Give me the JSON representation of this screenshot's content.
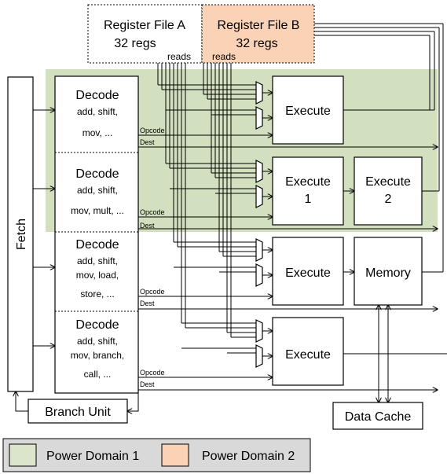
{
  "register_files": [
    {
      "title": "Register File A",
      "subtitle": "32 regs",
      "reads_label": "reads",
      "domain_color": "#ffffff"
    },
    {
      "title": "Register File B",
      "subtitle": "32 regs",
      "reads_label": "reads",
      "domain_color": "#fad2b6"
    }
  ],
  "fetch_label": "Fetch",
  "branch_unit_label": "Branch Unit",
  "data_cache_label": "Data Cache",
  "decoders": [
    {
      "title": "Decode",
      "line1": "add, shift,",
      "line2": "mov, ...",
      "line3": ""
    },
    {
      "title": "Decode",
      "line1": "add, shift,",
      "line2": "mov, mult, ...",
      "line3": ""
    },
    {
      "title": "Decode",
      "line1": "add, shift,",
      "line2": "mov, load,",
      "line3": "store, ..."
    },
    {
      "title": "Decode",
      "line1": "add, shift,",
      "line2": "mov, branch,",
      "line3": "call, ..."
    }
  ],
  "signal_labels": {
    "opcode": "Opcode",
    "dest": "Dest"
  },
  "units": {
    "execute_1": "Execute",
    "execute_2a_line1": "Execute",
    "execute_2a_line2": "1",
    "execute_2b_line1": "Execute",
    "execute_2b_line2": "2",
    "execute_3": "Execute",
    "memory": "Memory",
    "execute_4": "Execute"
  },
  "legend": [
    {
      "label": "Power Domain 1",
      "color": "#dbe5cb"
    },
    {
      "label": "Power Domain 2",
      "color": "#fad2b6"
    }
  ],
  "colors": {
    "domain1_fill": "#d3e0bf",
    "domain2_fill": "#fad2b6",
    "legend_bg": "#d9d9d9"
  }
}
